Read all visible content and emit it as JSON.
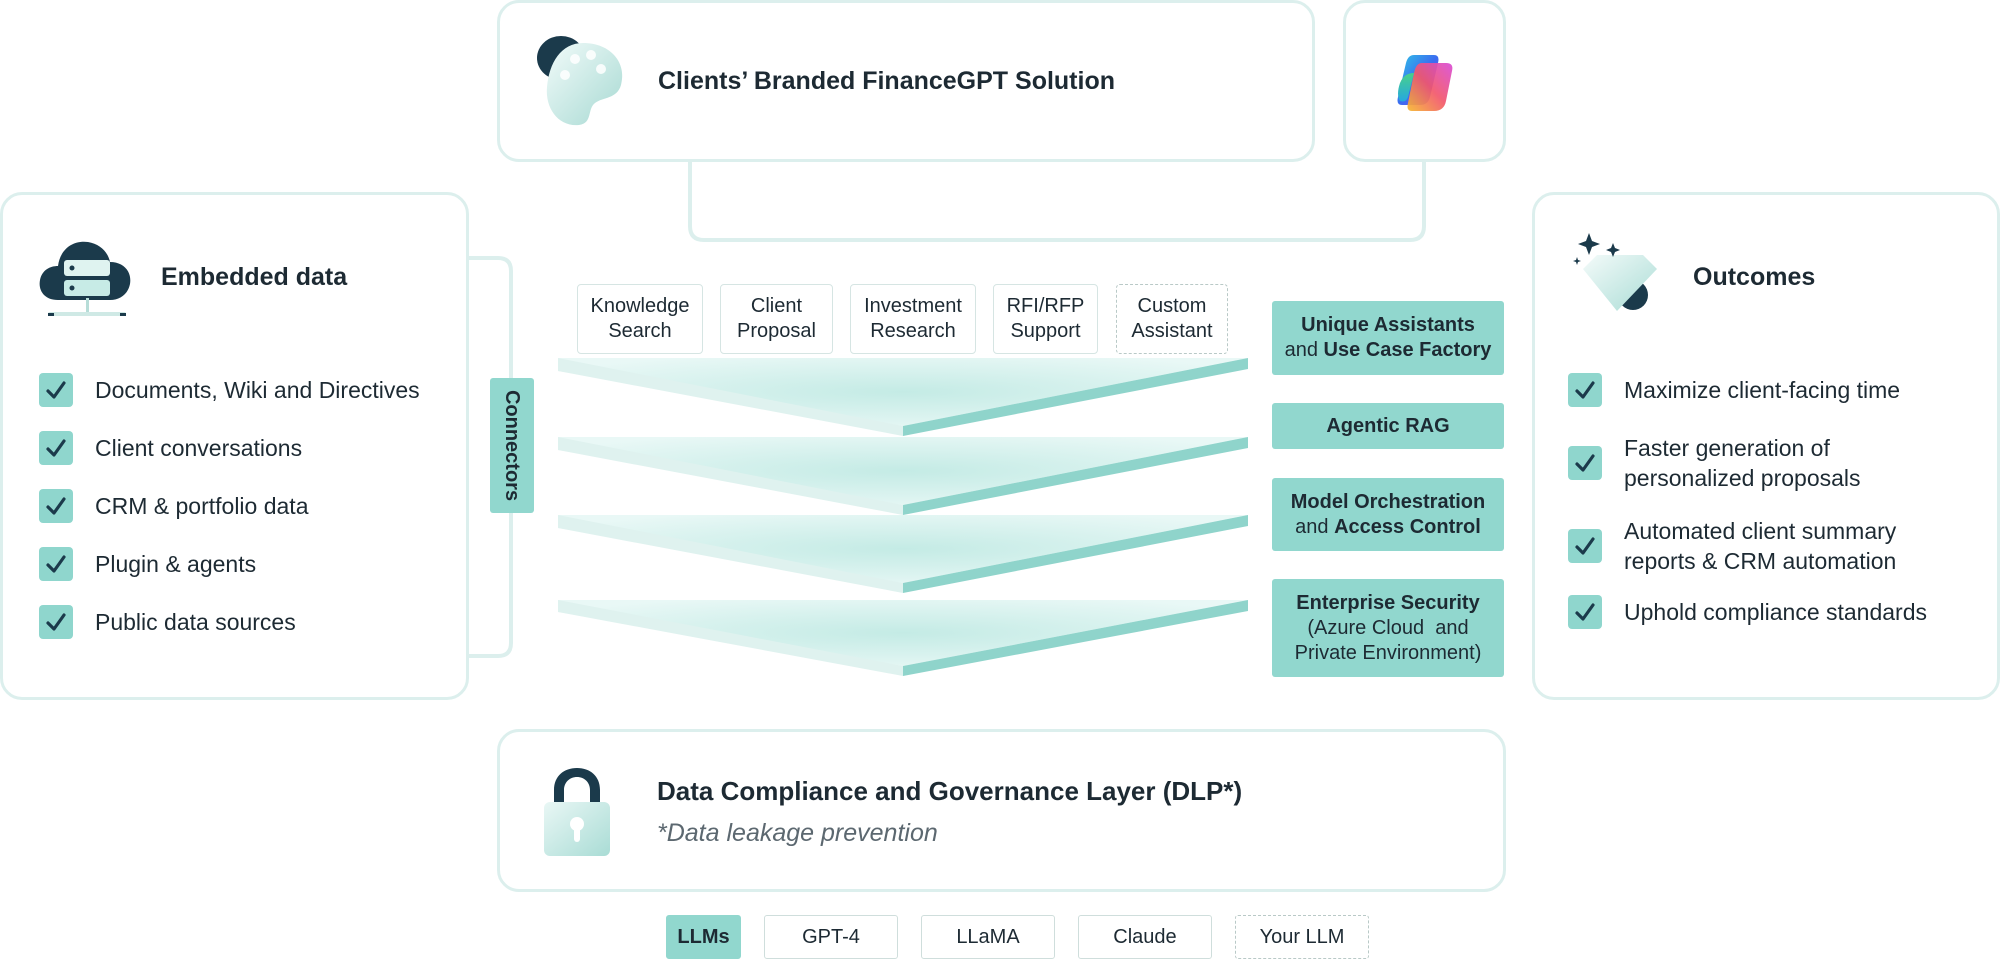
{
  "top_solution": {
    "title": "Clients’ Branded FinanceGPT Solution"
  },
  "embedded": {
    "title": "Embedded data",
    "items": [
      "Documents, Wiki and Directives",
      "Client conversations",
      "CRM & portfolio data",
      "Plugin & agents",
      "Public data sources"
    ]
  },
  "connectors_label": "Connectors",
  "use_cases": [
    {
      "label": "Knowledge\nSearch",
      "dashed": false
    },
    {
      "label": "Client\nProposal",
      "dashed": false
    },
    {
      "label": "Investment\nResearch",
      "dashed": false
    },
    {
      "label": "RFI/RFP\nSupport",
      "dashed": false
    },
    {
      "label": "Custom\nAssistant",
      "dashed": true
    }
  ],
  "layers": [
    {
      "line1_bold": "Unique Assistants",
      "line2_pre": "and ",
      "line2_bold": "Use Case Factory"
    },
    {
      "line1_bold": "Agentic RAG"
    },
    {
      "line1_bold": "Model Orchestration",
      "line2_pre": "and ",
      "line2_bold": "Access Control"
    },
    {
      "line1_bold": "Enterprise Security",
      "line2": "(Azure Cloud  and",
      "line3": "Private Environment)"
    }
  ],
  "outcomes": {
    "title": "Outcomes",
    "items": [
      "Maximize client-facing time",
      "Faster generation of personalized proposals",
      "Automated client summary reports & CRM automation",
      "Uphold compliance standards"
    ]
  },
  "compliance": {
    "title": "Data Compliance and Governance Layer (DLP*)",
    "footnote": "*Data leakage prevention"
  },
  "llms": [
    {
      "label": "LLMs",
      "primary": true
    },
    {
      "label": "GPT-4"
    },
    {
      "label": "LLaMA"
    },
    {
      "label": "Claude"
    },
    {
      "label": "Your LLM",
      "dashed": true
    }
  ],
  "colors": {
    "accent": "#91d7ce",
    "card_border": "#dcefed",
    "dark_navy": "#1b3a4b",
    "text": "#1d2a33"
  },
  "icons": {
    "solution": "palette-icon",
    "copilot": "copilot-logo-icon",
    "embedded": "cloud-server-icon",
    "outcomes": "diamond-sparkle-icon",
    "compliance": "padlock-icon",
    "check": "checkmark-icon"
  }
}
